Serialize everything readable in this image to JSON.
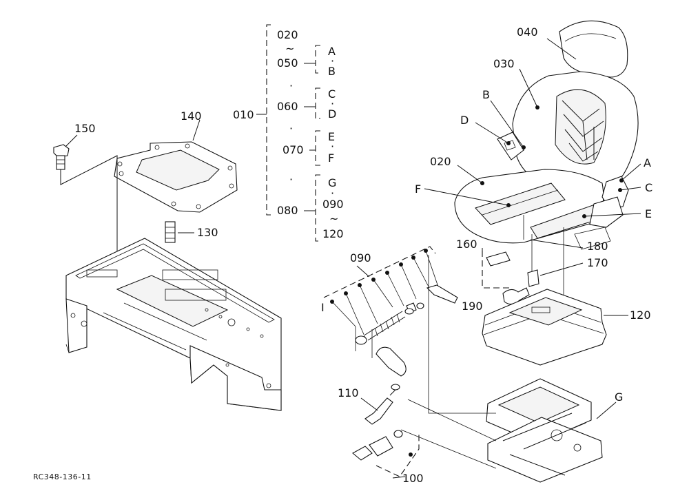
{
  "labels": {
    "p010": "010",
    "p020a": "020",
    "p050": "050",
    "p060": "060",
    "p070": "070",
    "p080": "080",
    "p090a": "090",
    "p120a": "120",
    "tilde1": "~",
    "tilde2": "~",
    "dot1": "·",
    "dot2": "·",
    "dot3": "·",
    "dot4": "·",
    "dot5": "·",
    "dot6": "·",
    "dot7": "·",
    "A": "A",
    "B": "B",
    "C": "C",
    "D": "D",
    "E": "E",
    "F": "F",
    "G": "G",
    "p040": "040",
    "p030": "030",
    "p020": "020",
    "pB": "B",
    "pD": "D",
    "pF": "F",
    "pA": "A",
    "pC": "C",
    "pE": "E",
    "p140": "140",
    "p150": "150",
    "p130": "130",
    "p090": "090",
    "p160": "160",
    "p180": "180",
    "p170": "170",
    "p190": "190",
    "p120": "120",
    "p110": "110",
    "pG": "G",
    "p100": "100",
    "pI": "I"
  },
  "footer": {
    "code": "RC348-136-11"
  }
}
